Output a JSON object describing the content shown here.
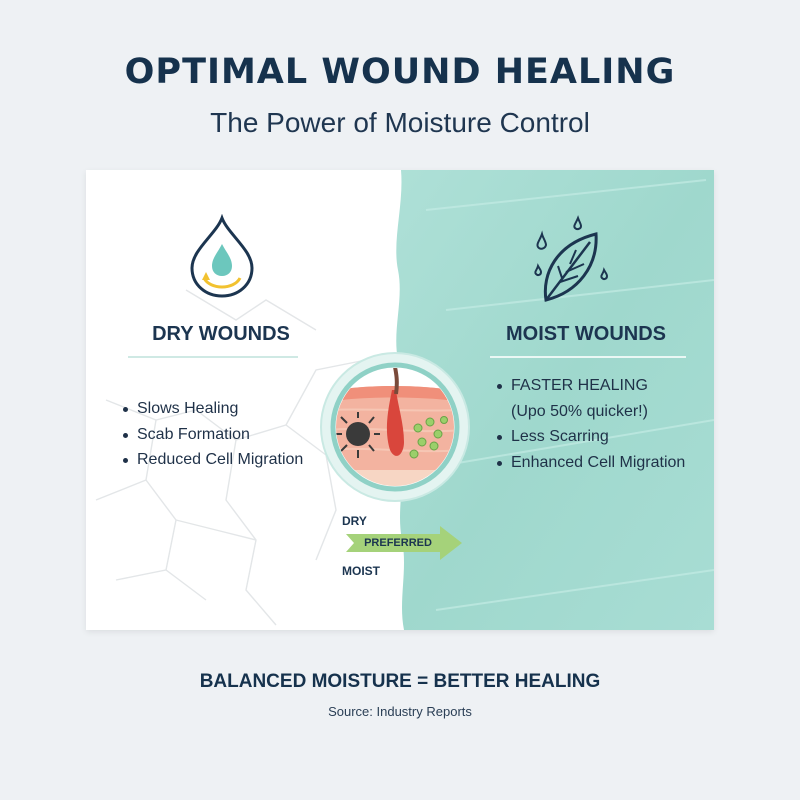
{
  "title": "OPTIMAL WOUND HEALING",
  "subtitle": "The Power of Moisture Control",
  "dry_panel": {
    "heading": "DRY WOUNDS",
    "icon": "water-drop-icon",
    "items": [
      "Slows Healing",
      "Scab Formation",
      "Reduced Cell Migration"
    ]
  },
  "moist_panel": {
    "heading": "MOIST WOUNDS",
    "icon": "leaf-droplets-icon",
    "items": [
      {
        "line1": "FASTER HEALING",
        "line2": "(Upo 50% quicker!)"
      },
      {
        "line1": "Less Scarring"
      },
      {
        "line1": "Enhanced Cell Migration"
      }
    ]
  },
  "center": {
    "illustration": "skin-cross-section-icon",
    "label_top": "DRY",
    "arrow_label": "PREFERRED",
    "label_bottom": "MOIST"
  },
  "footer": {
    "tagline": "BALANCED MOISTURE = BETTER HEALING",
    "source": "Source: Industry Reports"
  },
  "colors": {
    "teal_panel": "#a6dcd3",
    "dry_panel": "#ffffff",
    "arrow_green": "#a5d27a",
    "heading_navy": "#16324d"
  }
}
